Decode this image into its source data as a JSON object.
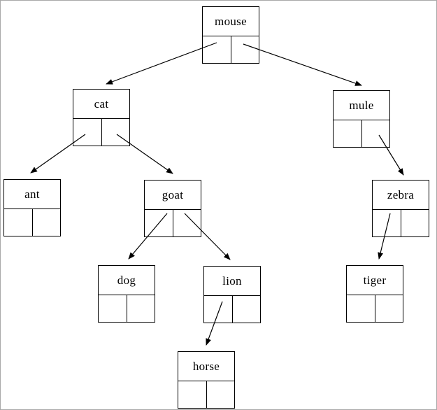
{
  "diagram": {
    "type": "binary-tree",
    "description": "Binary search tree of animal names; each node drawn as a record with a label cell on top and two child-pointer cells below",
    "colors": {
      "background": "#ffffff",
      "node_fill": "#ffffff",
      "line": "#000000",
      "outer_border": "#a8a8a8"
    },
    "nodes": {
      "mouse": {
        "label": "mouse"
      },
      "cat": {
        "label": "cat"
      },
      "mule": {
        "label": "mule"
      },
      "ant": {
        "label": "ant"
      },
      "goat": {
        "label": "goat"
      },
      "zebra": {
        "label": "zebra"
      },
      "dog": {
        "label": "dog"
      },
      "lion": {
        "label": "lion"
      },
      "tiger": {
        "label": "tiger"
      },
      "horse": {
        "label": "horse"
      }
    },
    "edges": [
      {
        "from": "mouse",
        "pointer": "left",
        "to": "cat"
      },
      {
        "from": "mouse",
        "pointer": "right",
        "to": "mule"
      },
      {
        "from": "cat",
        "pointer": "left",
        "to": "ant"
      },
      {
        "from": "cat",
        "pointer": "right",
        "to": "goat"
      },
      {
        "from": "mule",
        "pointer": "right",
        "to": "zebra"
      },
      {
        "from": "goat",
        "pointer": "left",
        "to": "dog"
      },
      {
        "from": "goat",
        "pointer": "right",
        "to": "lion"
      },
      {
        "from": "zebra",
        "pointer": "left",
        "to": "tiger"
      },
      {
        "from": "lion",
        "pointer": "left",
        "to": "horse"
      }
    ]
  }
}
